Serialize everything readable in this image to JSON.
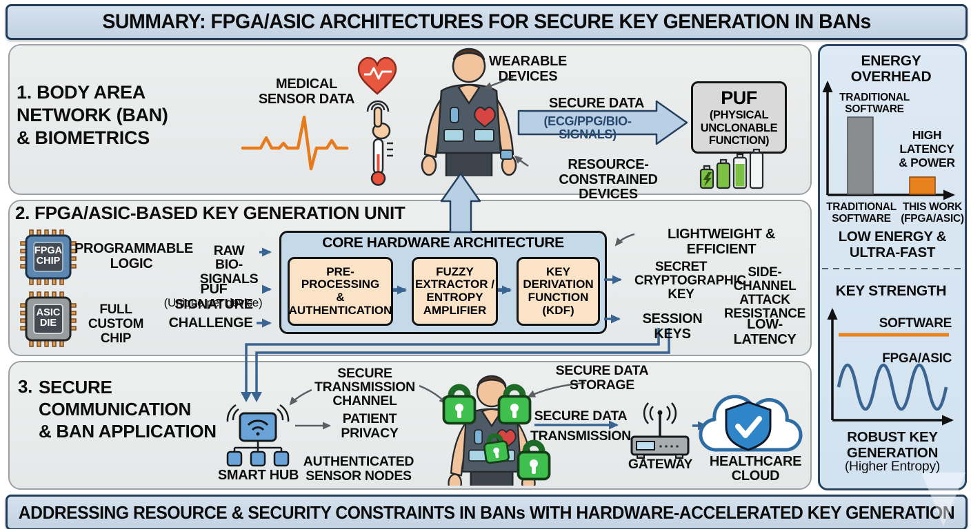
{
  "title": "SUMMARY: FPGA/ASIC ARCHITECTURES FOR SECURE KEY GENERATION IN BANs",
  "footer": "ADDRESSING RESOURCE & SECURITY CONSTRAINTS IN BANs WITH HARDWARE-ACCELERATED KEY GENERATION",
  "colors": {
    "accent_blue": "#3a6491",
    "panel_blue": "#d9e6f2",
    "panel_gray": "#e9ebeb",
    "banner_fill": "#cddcea",
    "orange": "#e8821e",
    "bar_gray": "#8a8d90",
    "lock_green": "#3fbf4d",
    "arrow_fill": "#b9cfe4"
  },
  "section1": {
    "heading": [
      "1. BODY AREA",
      "NETWORK (BAN)",
      "& BIOMETRICS"
    ],
    "medical_sensor_data": [
      "MEDICAL",
      "SENSOR DATA"
    ],
    "wearable_devices": [
      "WEARABLE",
      "DEVICES"
    ],
    "secure_data": "SECURE DATA",
    "secure_data_signals": "(ECG/PPG/BIO-SIGNALS)",
    "puf": {
      "title": "PUF",
      "subtitle": "(PHYSICAL UNCLONABLE FUNCTION)"
    },
    "resource_constrained": [
      "RESOURCE-CONSTRAINED",
      "DEVICES"
    ]
  },
  "section2": {
    "heading": "2. FPGA/ASIC-BASED KEY GENERATION UNIT",
    "fpga_chip": [
      "FPGA",
      "CHIP"
    ],
    "asic_die": [
      "ASIC",
      "DIE"
    ],
    "programmable_logic": [
      "PROGRAMMABLE",
      "LOGIC"
    ],
    "full_custom_chip": [
      "FULL",
      "CUSTOM",
      "CHIP"
    ],
    "inputs": {
      "raw": [
        "RAW",
        "BIO-SIGNALS"
      ],
      "puf_signature": "PUF SIGNATURE",
      "puf_signature_note": "(Unique per device)",
      "challenge": "CHALLENGE"
    },
    "core": {
      "title": "CORE HARDWARE ARCHITECTURE",
      "blocks": [
        [
          "PRE-",
          "PROCESSING",
          "&",
          "AUTHENTICATION"
        ],
        [
          "FUZZY",
          "EXTRACTOR /",
          "ENTROPY",
          "AMPLIFIER"
        ],
        [
          "KEY",
          "DERIVATION",
          "FUNCTION",
          "(KDF)"
        ]
      ]
    },
    "outputs": {
      "secret_key": [
        "SECRET",
        "CRYPTOGRAPHIC",
        "KEY"
      ],
      "session_keys": "SESSION KEYS"
    },
    "properties": {
      "lightweight": "LIGHTWEIGHT & EFFICIENT",
      "side_channel": [
        "SIDE-CHANNEL",
        "ATTACK",
        "RESISTANCE"
      ],
      "low_latency": "LOW-LATENCY"
    }
  },
  "section3": {
    "heading_number": "3.",
    "heading": [
      "SECURE",
      "COMMUNICATION",
      "& BAN APPLICATION"
    ],
    "smart_hub": "SMART HUB",
    "secure_transmission_channel": [
      "SECURE",
      "TRANSMISSION",
      "CHANNEL"
    ],
    "patient_privacy": [
      "PATIENT",
      "PRIVACY"
    ],
    "authenticated_sensor_nodes": [
      "AUTHENTICATED",
      "SENSOR NODES"
    ],
    "secure_data_storage": [
      "SECURE DATA",
      "STORAGE"
    ],
    "secure_data_transmission": [
      "SECURE DATA",
      "TRANSMISSION"
    ],
    "gateway": "GATEWAY",
    "healthcare_cloud": [
      "HEALTHCARE",
      "CLOUD"
    ]
  },
  "sidebar": {
    "energy": {
      "title": "ENERGY OVERHEAD",
      "bar1_label": [
        "TRADITIONAL",
        "SOFTWARE"
      ],
      "annotation": [
        "HIGH",
        "LATENCY",
        "& POWER"
      ],
      "x_labels": [
        [
          "TRADITIONAL",
          "SOFTWARE"
        ],
        [
          "THIS WORK",
          "(FPGA/ASIC)"
        ]
      ],
      "caption": [
        "LOW ENERGY &",
        "ULTRA-FAST"
      ]
    },
    "key_strength": {
      "title": "KEY STRENGTH",
      "software": "SOFTWARE",
      "fpga": "FPGA/ASIC",
      "caption": [
        "ROBUST KEY",
        "GENERATION"
      ],
      "caption_note": "(Higher Entropy)"
    }
  },
  "chart_data": [
    {
      "type": "bar",
      "title": "ENERGY OVERHEAD",
      "categories": [
        "TRADITIONAL SOFTWARE",
        "THIS WORK (FPGA/ASIC)"
      ],
      "values": [
        100,
        22
      ],
      "ylabel": "relative energy overhead (unlabeled axis)",
      "bar_colors": [
        "#8a8d90",
        "#e8821e"
      ],
      "annotations": [
        "TRADITIONAL SOFTWARE",
        "HIGH LATENCY & POWER"
      ],
      "caption": "LOW ENERGY & ULTRA-FAST",
      "grid": false
    },
    {
      "type": "line",
      "title": "KEY STRENGTH",
      "series": [
        {
          "name": "SOFTWARE",
          "shape": "flat horizontal line",
          "color": "#e8821e"
        },
        {
          "name": "FPGA/ASIC",
          "shape": "sine wave (high entropy oscillation)",
          "color": "#3a6491"
        }
      ],
      "caption": "ROBUST KEY GENERATION (Higher Entropy)",
      "grid": false
    }
  ]
}
